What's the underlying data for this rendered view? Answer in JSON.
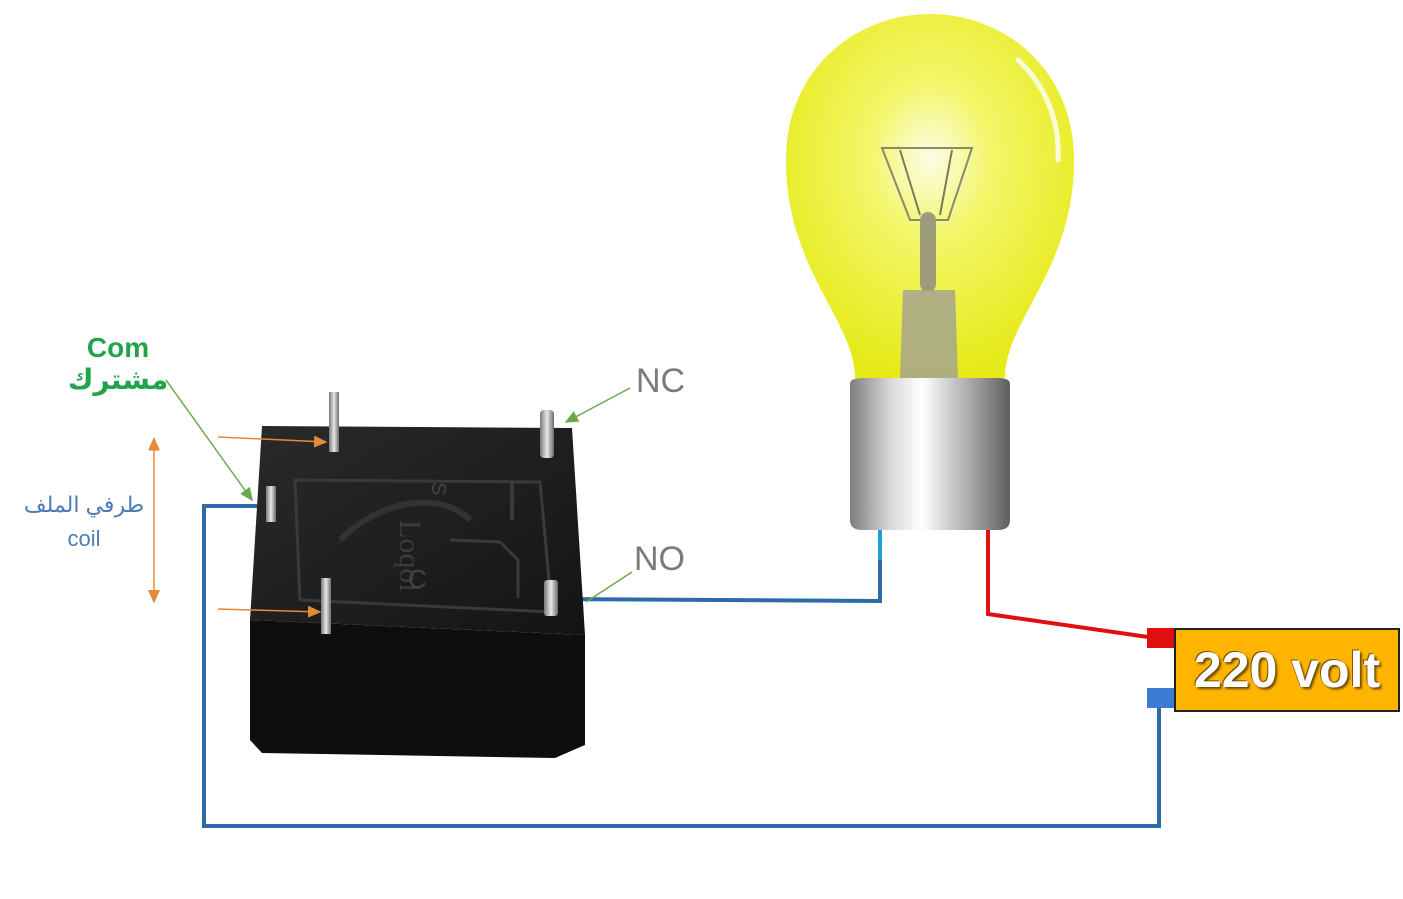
{
  "labels": {
    "com_en": "Com",
    "com_ar": "مشترك",
    "coil_ar": "طرفي الملف",
    "coil_en": "coil",
    "nc": "NC",
    "no": "NO",
    "source": "220 volt"
  },
  "colors": {
    "wire_blue": "#2e6aa8",
    "wire_cyan": "#1e9bd8",
    "wire_red": "#e01010",
    "terminal_red": "#e01010",
    "terminal_blue": "#3b7bd4",
    "source_fill": "#ffb400",
    "com_green": "#22a24a",
    "coil_blue": "#4b7cb3",
    "arrow_orange": "#e58a3a",
    "pointer_green": "#6aa84f",
    "bulb_yellow": "#eef02a"
  },
  "components": {
    "relay": "relay",
    "bulb": "light-bulb",
    "source": "power-source"
  }
}
